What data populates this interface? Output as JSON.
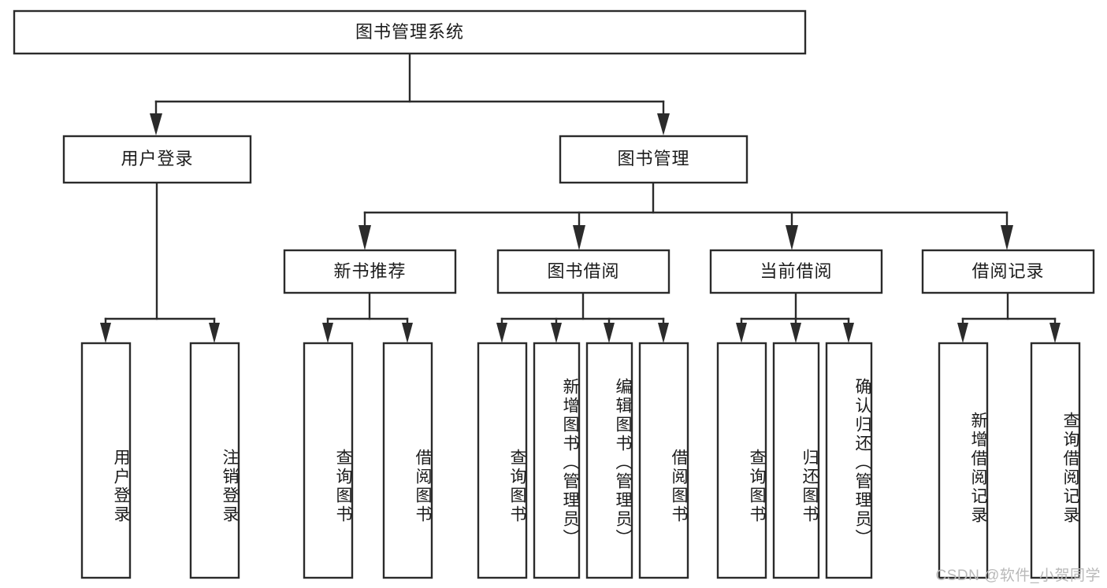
{
  "diagram": {
    "title": "图书管理系统",
    "type": "hierarchy-tree",
    "watermark": "CSDN @软件_小贺同学",
    "nodes": {
      "root": {
        "label": "图书管理系统",
        "orientation": "horizontal"
      },
      "user_login": {
        "label": "用户登录",
        "orientation": "horizontal"
      },
      "book_manage": {
        "label": "图书管理",
        "orientation": "horizontal"
      },
      "new_book_rec": {
        "label": "新书推荐",
        "orientation": "horizontal"
      },
      "book_borrow": {
        "label": "图书借阅",
        "orientation": "horizontal"
      },
      "current_borrow": {
        "label": "当前借阅",
        "orientation": "horizontal"
      },
      "borrow_record": {
        "label": "借阅记录",
        "orientation": "horizontal"
      },
      "leaf_user_login": {
        "label": "用户登录",
        "orientation": "vertical"
      },
      "leaf_logout": {
        "label": "注销登录",
        "orientation": "vertical"
      },
      "leaf_query_book_1": {
        "label": "查询图书",
        "orientation": "vertical"
      },
      "leaf_borrow_book_1": {
        "label": "借阅图书",
        "orientation": "vertical"
      },
      "leaf_query_book_2": {
        "label": "查询图书",
        "orientation": "vertical"
      },
      "leaf_add_book": {
        "label": "新增图书（管理员）",
        "orientation": "vertical"
      },
      "leaf_edit_book": {
        "label": "编辑图书（管理员）",
        "orientation": "vertical"
      },
      "leaf_borrow_book_2": {
        "label": "借阅图书",
        "orientation": "vertical"
      },
      "leaf_query_book_3": {
        "label": "查询图书",
        "orientation": "vertical"
      },
      "leaf_return_book": {
        "label": "归还图书",
        "orientation": "vertical"
      },
      "leaf_confirm_return": {
        "label": "确认归还（管理员）",
        "orientation": "vertical"
      },
      "leaf_add_record": {
        "label": "新增借阅记录",
        "orientation": "vertical"
      },
      "leaf_query_record": {
        "label": "查询借阅记录",
        "orientation": "vertical"
      }
    },
    "edges": [
      {
        "from": "root",
        "to": "user_login"
      },
      {
        "from": "root",
        "to": "book_manage"
      },
      {
        "from": "book_manage",
        "to": "new_book_rec"
      },
      {
        "from": "book_manage",
        "to": "book_borrow"
      },
      {
        "from": "book_manage",
        "to": "current_borrow"
      },
      {
        "from": "book_manage",
        "to": "borrow_record"
      },
      {
        "from": "user_login",
        "to": "leaf_user_login"
      },
      {
        "from": "user_login",
        "to": "leaf_logout"
      },
      {
        "from": "new_book_rec",
        "to": "leaf_query_book_1"
      },
      {
        "from": "new_book_rec",
        "to": "leaf_borrow_book_1"
      },
      {
        "from": "book_borrow",
        "to": "leaf_query_book_2"
      },
      {
        "from": "book_borrow",
        "to": "leaf_add_book"
      },
      {
        "from": "book_borrow",
        "to": "leaf_edit_book"
      },
      {
        "from": "book_borrow",
        "to": "leaf_borrow_book_2"
      },
      {
        "from": "current_borrow",
        "to": "leaf_query_book_3"
      },
      {
        "from": "current_borrow",
        "to": "leaf_return_book"
      },
      {
        "from": "current_borrow",
        "to": "leaf_confirm_return"
      },
      {
        "from": "borrow_record",
        "to": "leaf_add_record"
      },
      {
        "from": "borrow_record",
        "to": "leaf_query_record"
      }
    ],
    "colors": {
      "box_fill": "#ffffff",
      "box_stroke": "#2b2b2b",
      "text": "#1b1b1b",
      "background": "#ffffff",
      "watermark": "#b9b9b9"
    }
  }
}
